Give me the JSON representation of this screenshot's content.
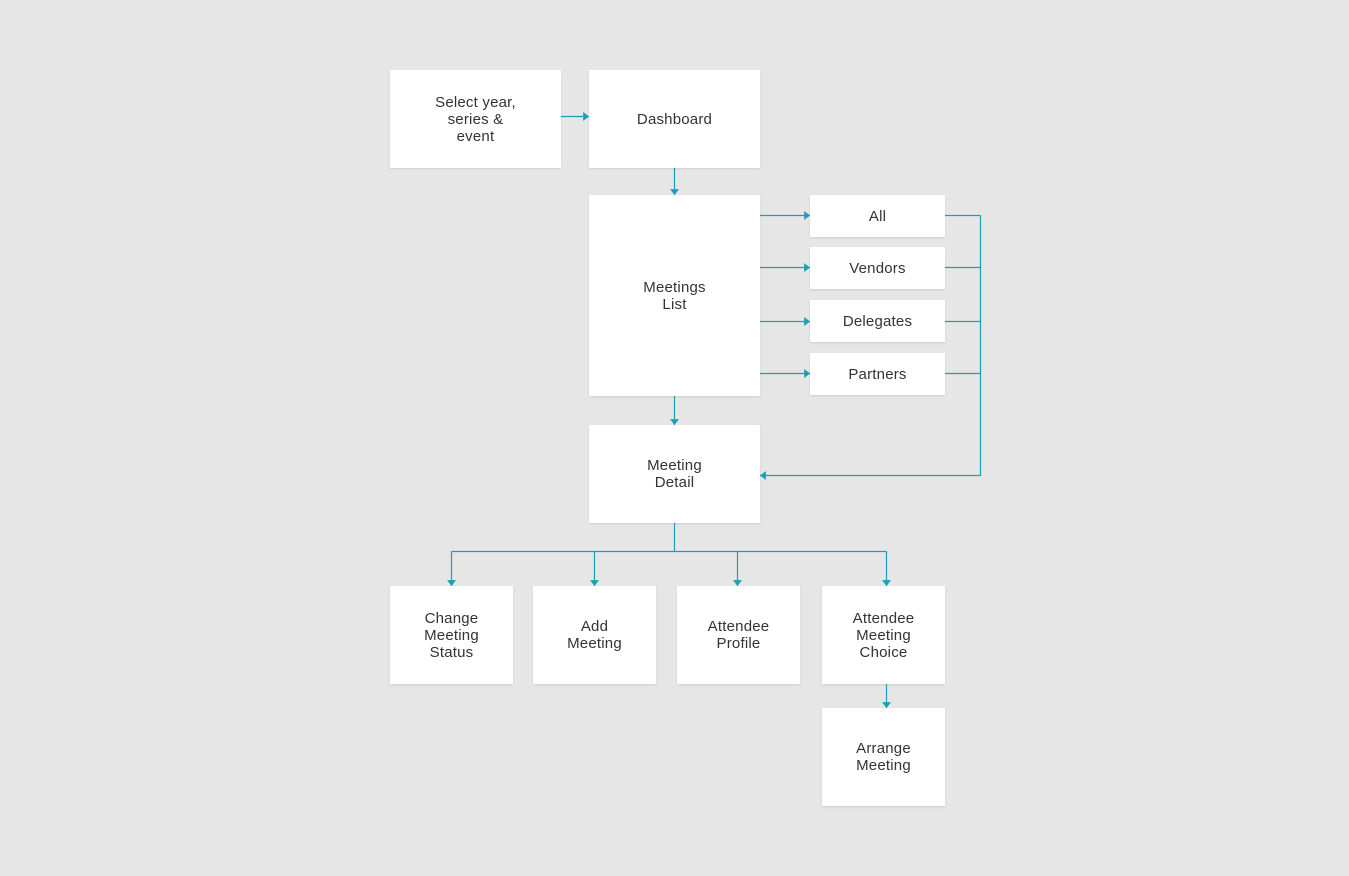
{
  "colors": {
    "background": "#e6e6e6",
    "node_fill": "#ffffff",
    "connector": "#1b9fb9",
    "text": "#333333"
  },
  "nodes": {
    "select_event": {
      "label": "Select year,\nseries &\nevent"
    },
    "dashboard": {
      "label": "Dashboard"
    },
    "meetings_list": {
      "label": "Meetings\nList"
    },
    "filter_all": {
      "label": "All"
    },
    "filter_vendors": {
      "label": "Vendors"
    },
    "filter_delegates": {
      "label": "Delegates"
    },
    "filter_partners": {
      "label": "Partners"
    },
    "meeting_detail": {
      "label": "Meeting\nDetail"
    },
    "change_status": {
      "label": "Change\nMeeting\nStatus"
    },
    "add_meeting": {
      "label": "Add\nMeeting"
    },
    "attendee_profile": {
      "label": "Attendee\nProfile"
    },
    "attendee_choice": {
      "label": "Attendee\nMeeting\nChoice"
    },
    "arrange_meeting": {
      "label": "Arrange\nMeeting"
    }
  },
  "edges": [
    {
      "from": "select_event",
      "to": "dashboard"
    },
    {
      "from": "dashboard",
      "to": "meetings_list"
    },
    {
      "from": "meetings_list",
      "to": "filter_all"
    },
    {
      "from": "meetings_list",
      "to": "filter_vendors"
    },
    {
      "from": "meetings_list",
      "to": "filter_delegates"
    },
    {
      "from": "meetings_list",
      "to": "filter_partners"
    },
    {
      "from": "filter_all",
      "to": "meeting_detail"
    },
    {
      "from": "filter_vendors",
      "to": "meeting_detail"
    },
    {
      "from": "filter_delegates",
      "to": "meeting_detail"
    },
    {
      "from": "filter_partners",
      "to": "meeting_detail"
    },
    {
      "from": "meetings_list",
      "to": "meeting_detail"
    },
    {
      "from": "meeting_detail",
      "to": "change_status"
    },
    {
      "from": "meeting_detail",
      "to": "add_meeting"
    },
    {
      "from": "meeting_detail",
      "to": "attendee_profile"
    },
    {
      "from": "meeting_detail",
      "to": "attendee_choice"
    },
    {
      "from": "attendee_choice",
      "to": "arrange_meeting"
    }
  ]
}
